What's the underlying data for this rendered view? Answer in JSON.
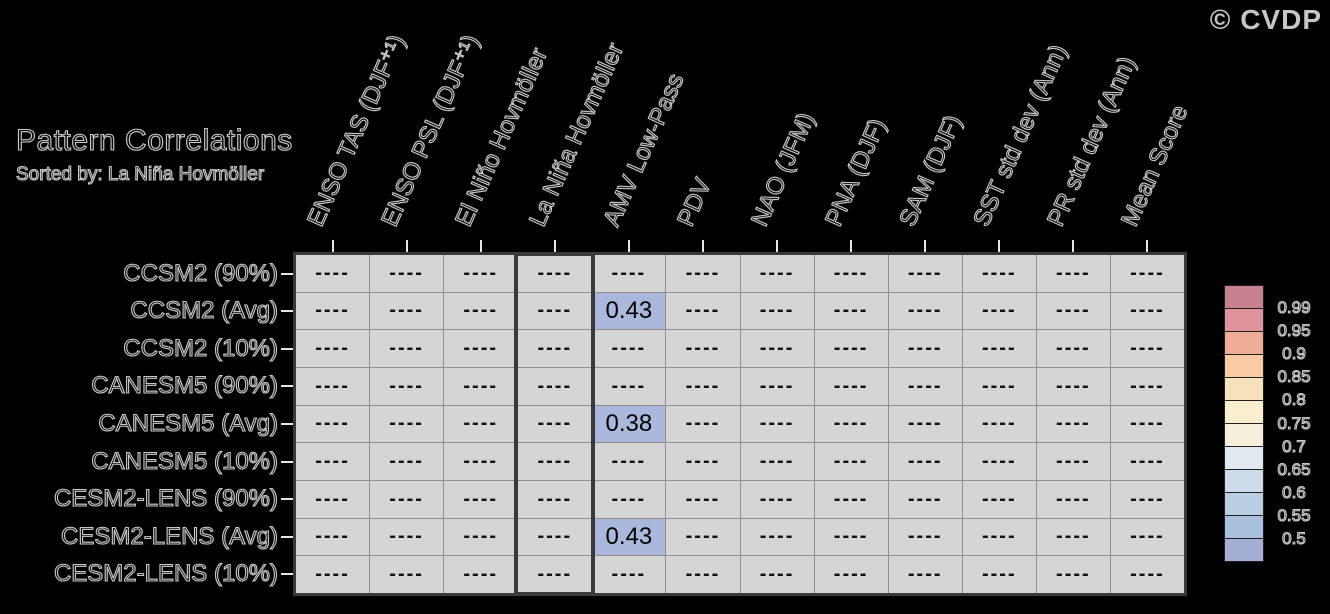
{
  "header": {
    "title": "Pattern Correlations",
    "subtitle": "Sorted by: La Niña Hovmöller",
    "copyright": "© CVDP"
  },
  "table": {
    "missing_marker": "----",
    "highlighted_column_index": 3
  },
  "chart_data": {
    "type": "heatmap",
    "title": "Pattern Correlations",
    "subtitle": "Sorted by: La Niña Hovmöller",
    "columns": [
      "ENSO TAS (DJF⁺¹)",
      "ENSO PSL (DJF⁺¹)",
      "El Niño Hovmöller",
      "La Niña Hovmöller",
      "AMV Low-Pass",
      "PDV",
      "NAO (JFM)",
      "PNA (DJF)",
      "SAM (DJF)",
      "SST std dev (Ann)",
      "PR std dev (Ann)",
      "Mean Score"
    ],
    "rows": [
      "CCSM2 (90%)",
      "CCSM2 (Avg)",
      "CCSM2 (10%)",
      "CANESM5 (90%)",
      "CANESM5 (Avg)",
      "CANESM5 (10%)",
      "CESM2-LENS (90%)",
      "CESM2-LENS (Avg)",
      "CESM2-LENS (10%)"
    ],
    "values": [
      [
        null,
        null,
        null,
        null,
        null,
        null,
        null,
        null,
        null,
        null,
        null,
        null
      ],
      [
        null,
        null,
        null,
        null,
        0.43,
        null,
        null,
        null,
        null,
        null,
        null,
        null
      ],
      [
        null,
        null,
        null,
        null,
        null,
        null,
        null,
        null,
        null,
        null,
        null,
        null
      ],
      [
        null,
        null,
        null,
        null,
        null,
        null,
        null,
        null,
        null,
        null,
        null,
        null
      ],
      [
        null,
        null,
        null,
        null,
        0.38,
        null,
        null,
        null,
        null,
        null,
        null,
        null
      ],
      [
        null,
        null,
        null,
        null,
        null,
        null,
        null,
        null,
        null,
        null,
        null,
        null
      ],
      [
        null,
        null,
        null,
        null,
        null,
        null,
        null,
        null,
        null,
        null,
        null,
        null
      ],
      [
        null,
        null,
        null,
        null,
        0.43,
        null,
        null,
        null,
        null,
        null,
        null,
        null
      ],
      [
        null,
        null,
        null,
        null,
        null,
        null,
        null,
        null,
        null,
        null,
        null,
        null
      ]
    ],
    "missing_rendered_as": "----",
    "highlighted_column": "La Niña Hovmöller",
    "legend_position": "right",
    "colorbar_labels": [
      "0.99",
      "0.95",
      "0.9",
      "0.85",
      "0.8",
      "0.75",
      "0.7",
      "0.65",
      "0.6",
      "0.55",
      "0.5"
    ]
  },
  "legend": {
    "labels": [
      "0.99",
      "0.95",
      "0.9",
      "0.85",
      "0.8",
      "0.75",
      "0.7",
      "0.65",
      "0.6",
      "0.55",
      "0.5"
    ],
    "colors": [
      "#c8818f",
      "#df949b",
      "#efac97",
      "#f8cba5",
      "#f6e3bd",
      "#f9efcf",
      "#f5efdb",
      "#e1eaf1",
      "#ccdcea",
      "#b9cfe1",
      "#a8c0dc",
      "#a2aed4"
    ]
  },
  "colors": {
    "background": "#000000",
    "cell_background": "#d5d5d5",
    "value_cell_background": "#aab8dc",
    "grid_line": "#8f8f8f",
    "outer_border": "#3a3a3a",
    "highlight_border": "#3a3a3a",
    "tick": "#e6e6e6",
    "copyright_gray": "#c6c6c6"
  }
}
